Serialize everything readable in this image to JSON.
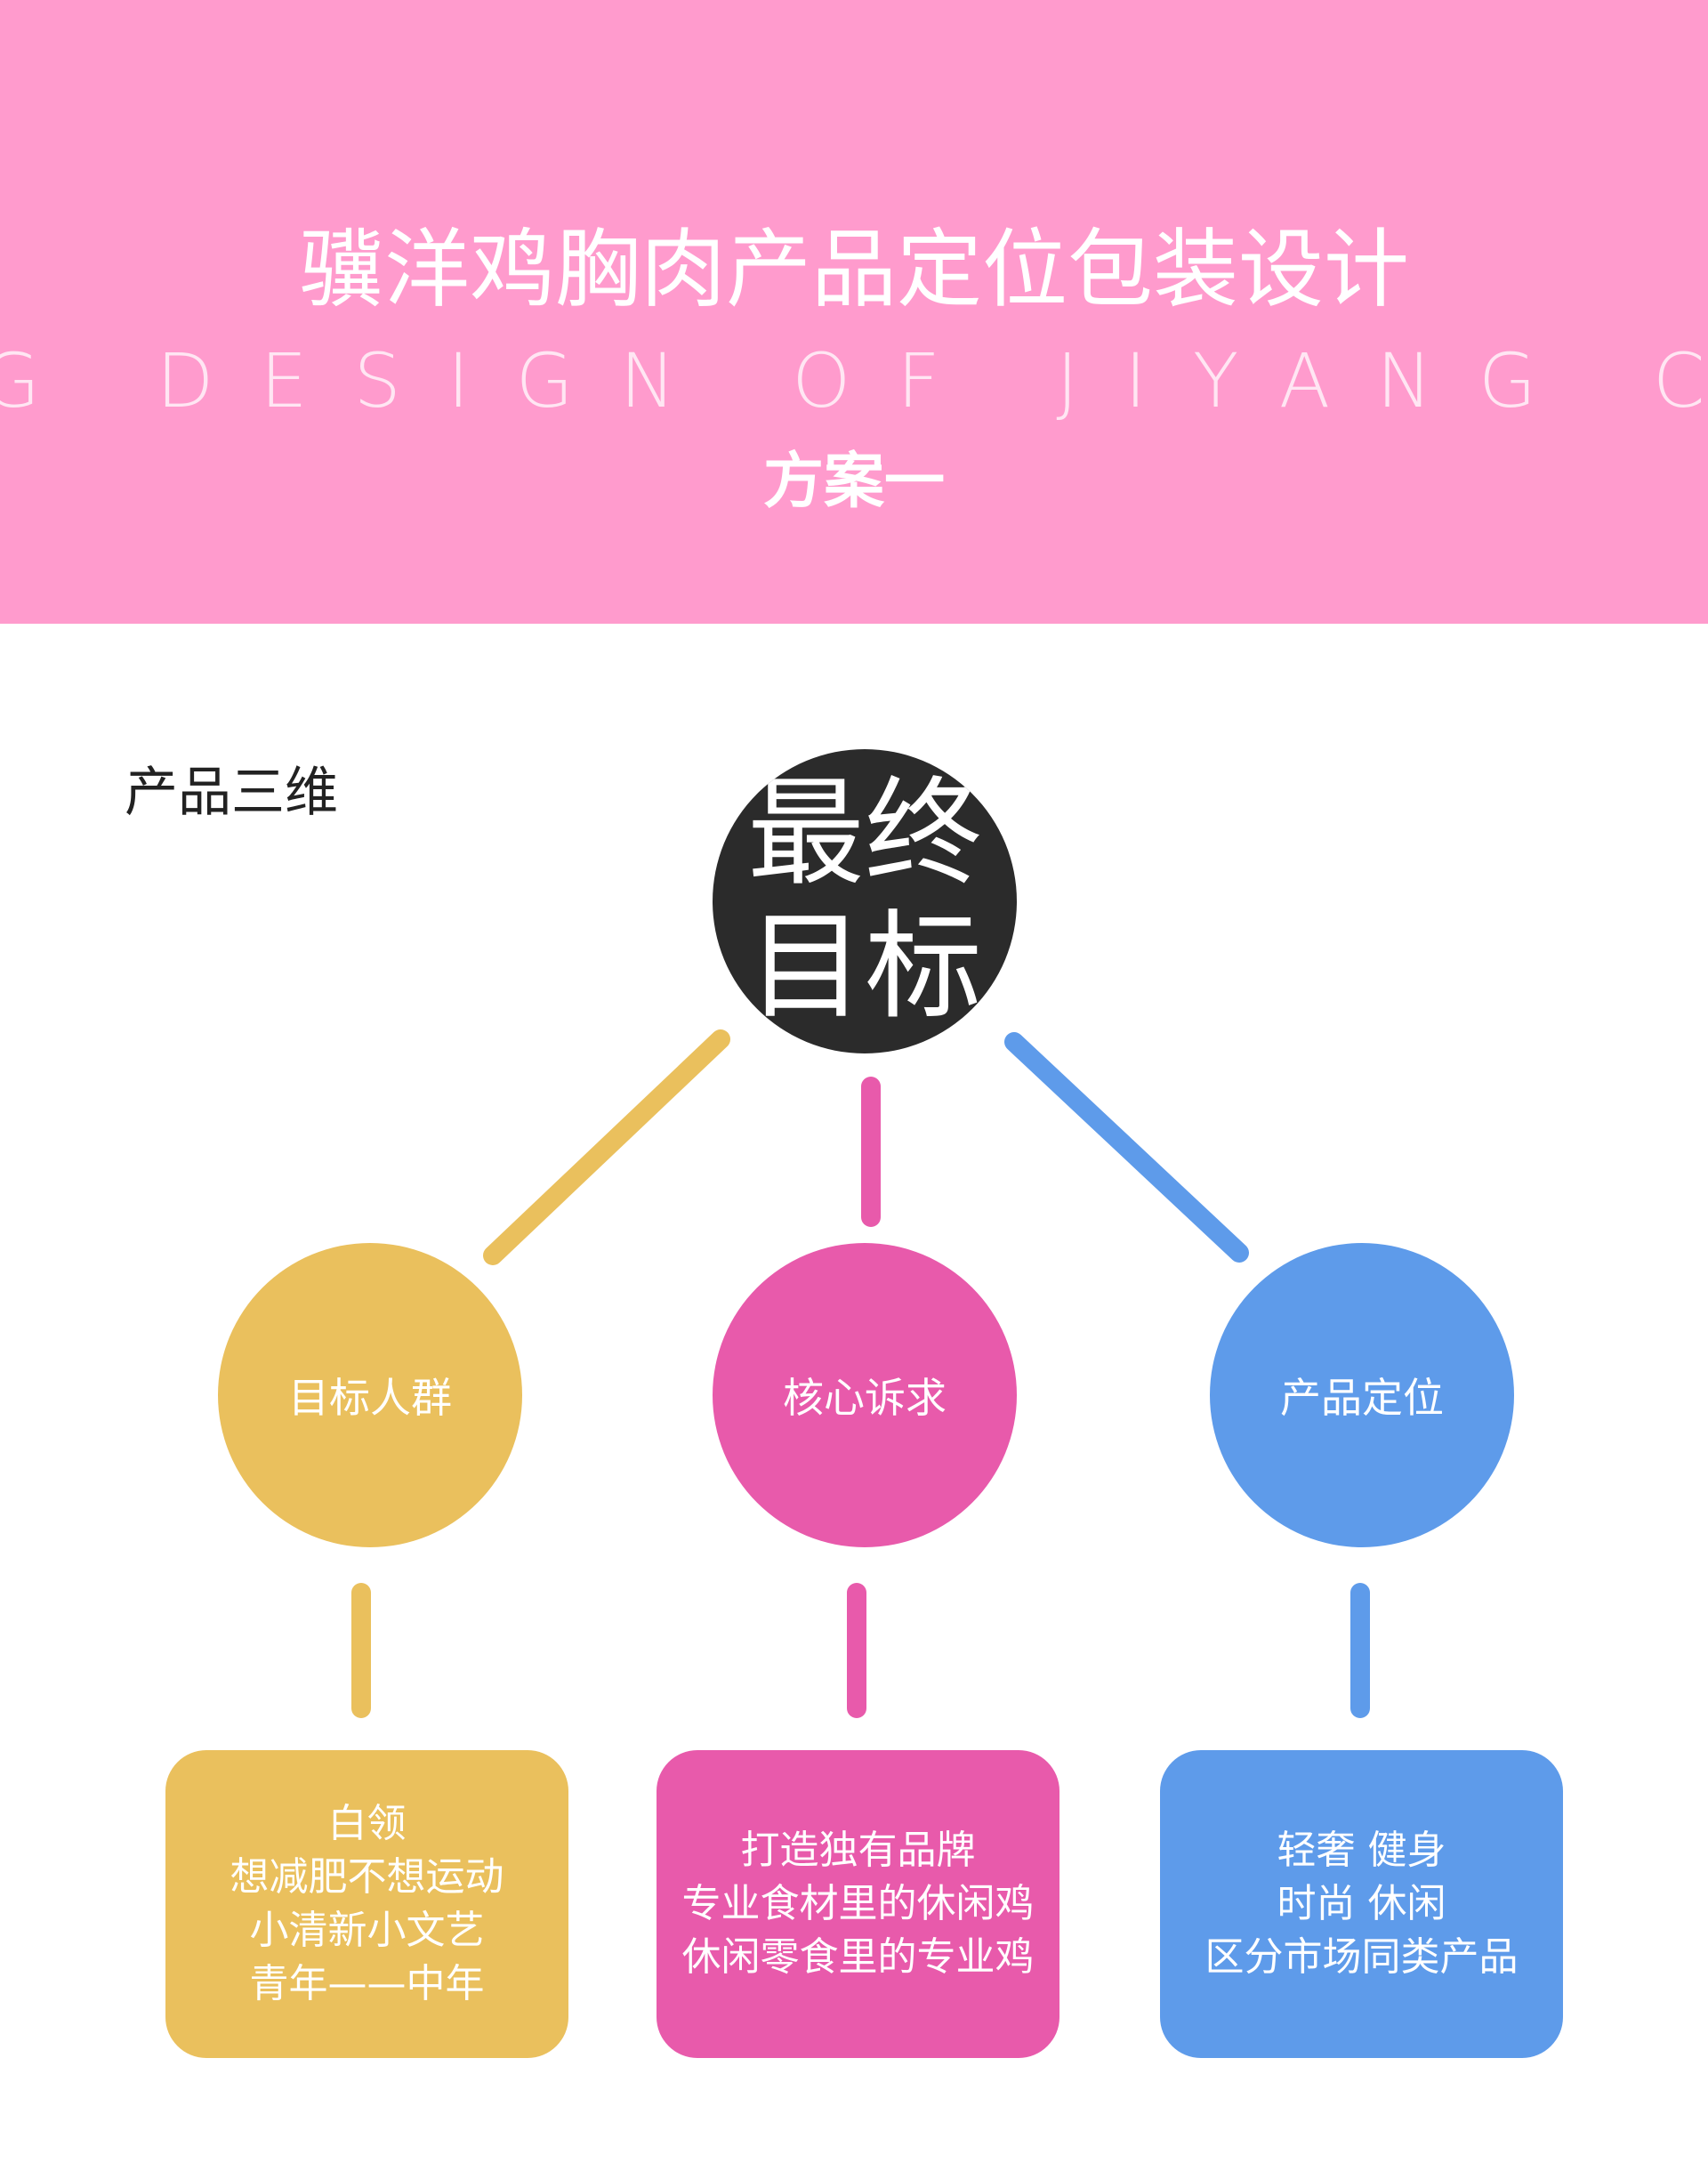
{
  "header": {
    "title": "骥洋鸡胸肉产品定位包装设计",
    "english": "G DESIGN OF JIYANG CHIC",
    "subtitle": "方案一"
  },
  "section_title": "产品三维",
  "center": {
    "line1": "最终",
    "line2": "目标"
  },
  "colors": {
    "header": "#FF9BCD",
    "yellow": "#EAC05D",
    "pink": "#E85AAB",
    "blue": "#5E9BEA",
    "dark": "#2B2B2B"
  },
  "branches": [
    {
      "label": "目标人群",
      "details": [
        "白领",
        "想减肥不想运动",
        "小清新小文艺",
        "青年——中年"
      ]
    },
    {
      "label": "核心诉求",
      "details": [
        "打造独有品牌",
        "专业食材里的休闲鸡",
        "休闲零食里的专业鸡"
      ]
    },
    {
      "label": "产品定位",
      "details": [
        "轻奢 健身",
        "时尚 休闲",
        "区分市场同类产品"
      ]
    }
  ]
}
